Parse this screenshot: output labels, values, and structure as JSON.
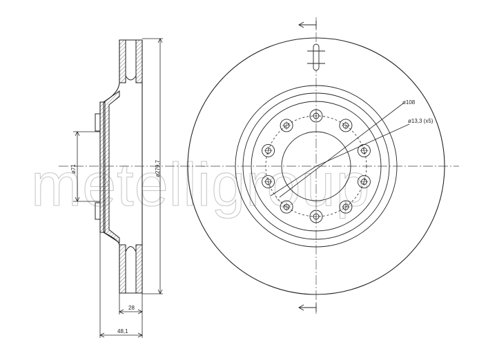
{
  "watermark": "metelligroup",
  "dimensions": {
    "hub_bore": "ø71",
    "outer_diameter": "ø279,7",
    "thickness": "28",
    "total_height": "48,1",
    "pcd": "ø108",
    "bolt_holes": "ø13,3 (x5)"
  }
}
